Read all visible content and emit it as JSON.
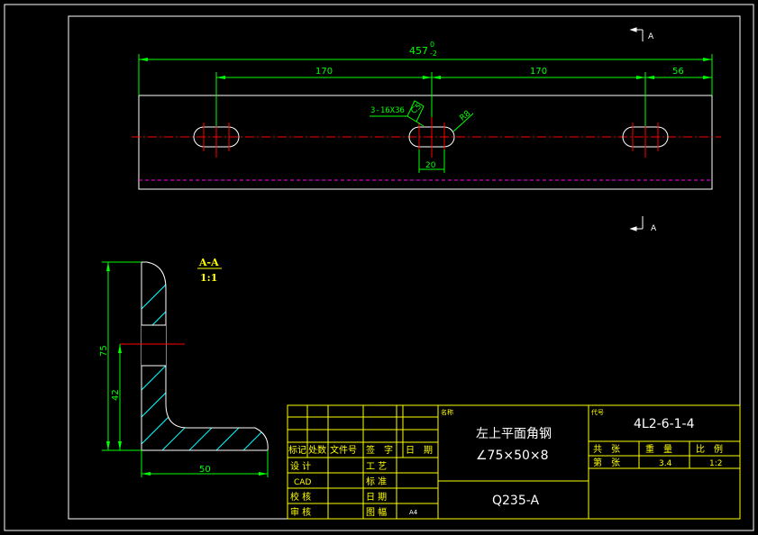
{
  "colors": {
    "background": "#000000",
    "frame": "#ffffff",
    "dimension": "#00ff00",
    "centerline": "#ff0000",
    "hidden_line": "#ff00ff",
    "title_block": "#ffff00",
    "hatch": "#00ffff"
  },
  "plan_view": {
    "overall_dim": "457",
    "tol_upper": "0",
    "tol_lower": "-2",
    "dim_left": "170",
    "dim_mid": "170",
    "dim_right": "56",
    "hole_callout": "3-16X36",
    "chamfer_label": "C5",
    "radius_label": "R8",
    "slot_spacing": "20",
    "section_mark_top": "A",
    "section_mark_bottom": "A"
  },
  "section_view": {
    "title": "A-A",
    "scale": "1:1",
    "height_dim": "75",
    "hole_height_dim": "42",
    "width_dim": "50"
  },
  "title_block": {
    "rev_headers": [
      "标记",
      "处数",
      "文件号",
      "签　字",
      "日　期"
    ],
    "sign_rows": [
      {
        "left": "设 计",
        "right": "工 艺"
      },
      {
        "left": "CAD",
        "right": "标 准"
      },
      {
        "left": "校 核",
        "right": "日 期"
      },
      {
        "left": "审 核",
        "right": "图 幅"
      }
    ],
    "paper_size": "A4",
    "name_label": "名称",
    "part_name": "左上平面角钢",
    "part_spec": "∠75×50×8",
    "material": "Q235-A",
    "code_label": "代号",
    "drawing_code": "4L2-6-1-4",
    "info_headers": [
      "共　张",
      "重　量",
      "比　例"
    ],
    "sheet_label": "第　张",
    "weight": "3.4",
    "ratio": "1:2"
  }
}
